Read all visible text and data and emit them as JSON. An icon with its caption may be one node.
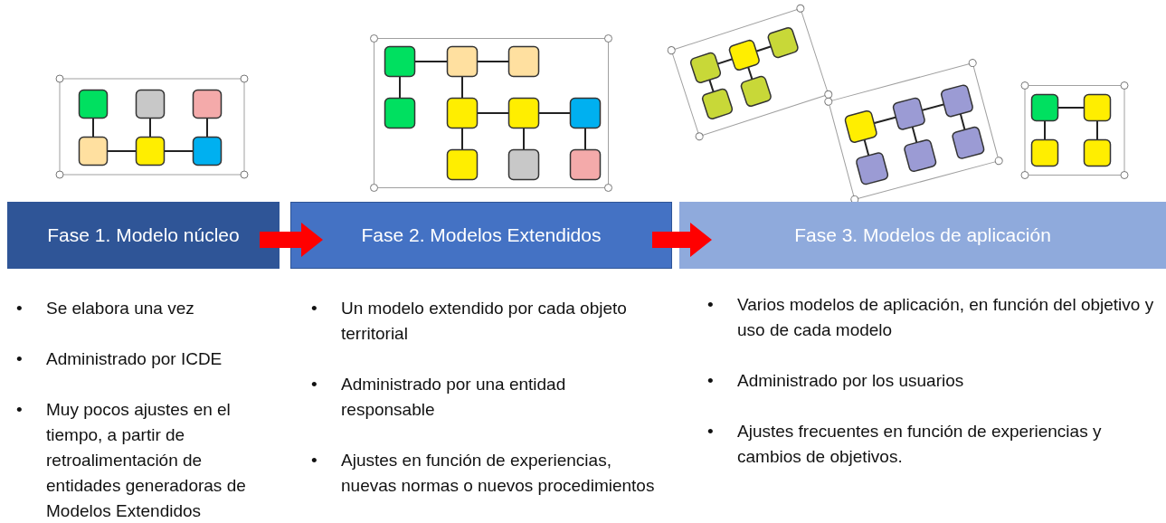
{
  "diagram": {
    "nodes": [
      {
        "text": [
          "Fase 1. Modelo núcleo"
        ]
      },
      {
        "text": [
          "Fase 2. Modelos Extendidos"
        ]
      },
      {
        "text": [
          "Fase 3. Modelos de aplicación"
        ]
      }
    ],
    "edges": [
      {
        "from": 0,
        "to": 1,
        "arrow": "to"
      },
      {
        "from": 1,
        "to": 2,
        "arrow": "to"
      }
    ],
    "labels": [
      "•",
      "Se elabora una vez",
      "•",
      "Administrado por ICDE",
      "•",
      "Muy pocos ajustes en el tiempo, a partir de retroalimentación de entidades generadoras de Modelos Extendidos",
      "•",
      "Un modelo extendido por cada objeto territorial",
      "•",
      "Administrado por una entidad responsable",
      "•",
      "Ajustes en función de experiencias, nuevas normas o nuevos procedimientos",
      "•",
      "Varios modelos de aplicación, en función del objetivo y uso de cada modelo",
      "•",
      "Administrado por los usuarios",
      "•",
      "Ajustes frecuentes en función de experiencias y cambios de objetivos."
    ]
  }
}
